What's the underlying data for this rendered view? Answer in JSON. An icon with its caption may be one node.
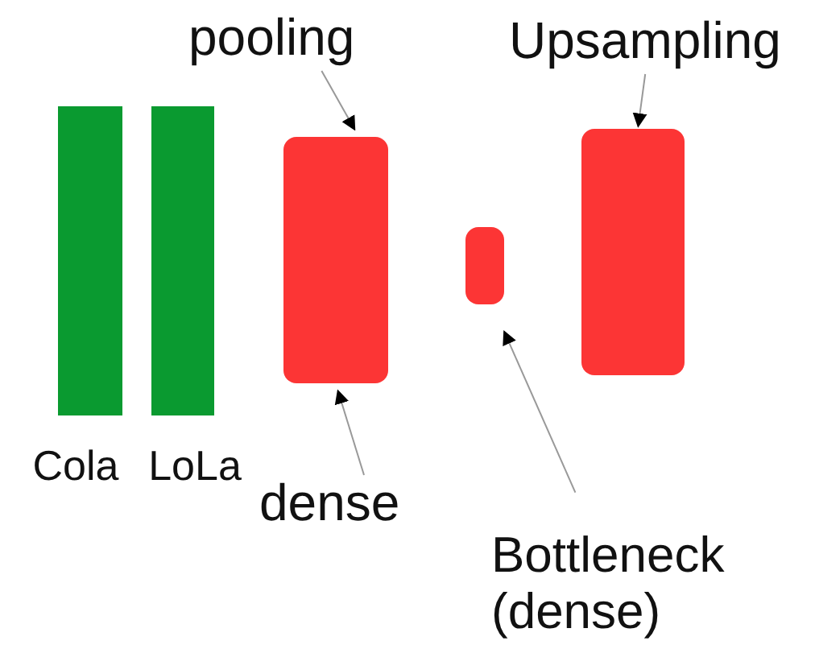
{
  "diagram": {
    "nodes": [
      {
        "text": [
          "pooling"
        ]
      },
      {
        "text": [
          "Upsampling"
        ]
      },
      {
        "text": [],
        "shape": "bar",
        "beside": [
          "Cola"
        ]
      },
      {
        "text": [],
        "shape": "bar",
        "beside": [
          "LoLa"
        ]
      },
      {
        "text": [],
        "shape": "box"
      },
      {
        "text": [],
        "shape": "box"
      },
      {
        "text": [],
        "shape": "box"
      },
      {
        "text": [
          "dense"
        ]
      },
      {
        "text": [
          "Bottleneck (dense)"
        ]
      }
    ],
    "edges": [
      {
        "from": 0,
        "to": 4,
        "arrow": "to"
      },
      {
        "from": 1,
        "to": 6,
        "arrow": "to"
      },
      {
        "from": 7,
        "to": 4,
        "arrow": "to"
      },
      {
        "from": 8,
        "to": 5,
        "arrow": "to"
      }
    ]
  }
}
